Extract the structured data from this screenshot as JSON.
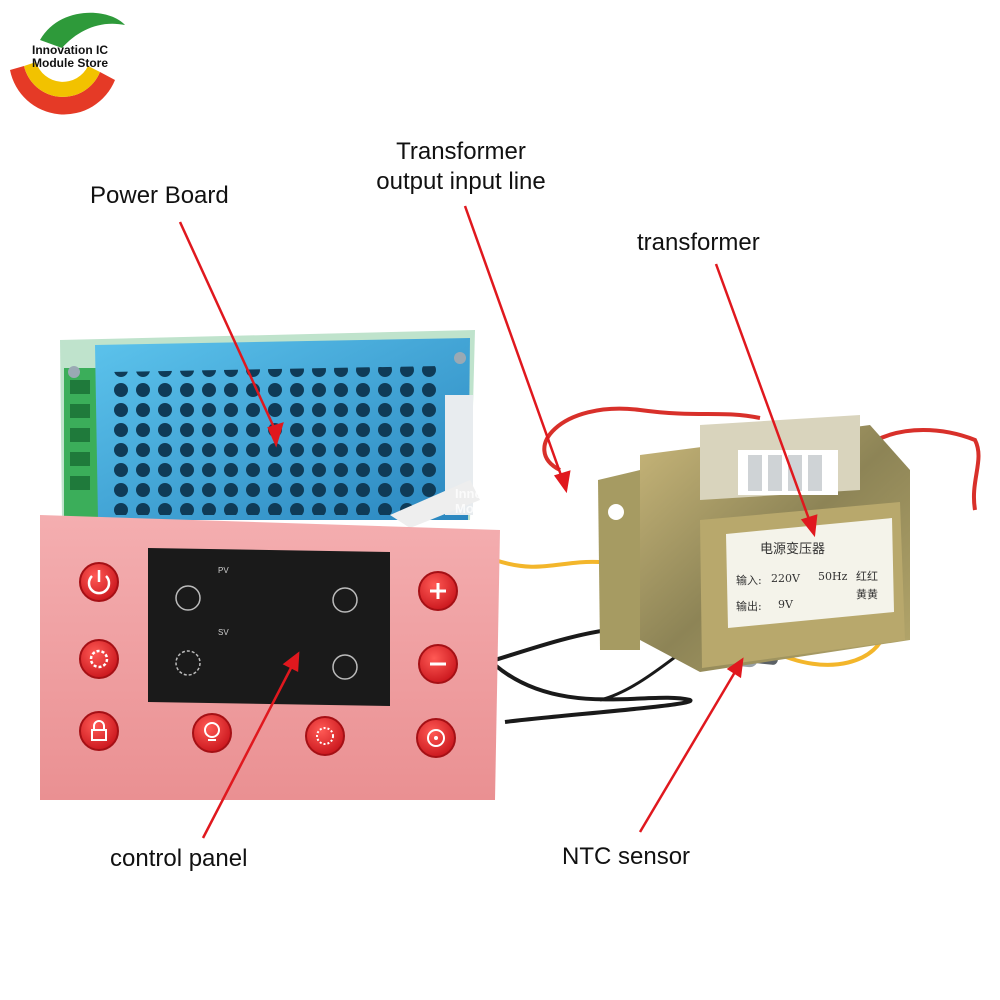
{
  "brand": {
    "line1": "Innovation IC",
    "line2": "Module Store",
    "colors": {
      "green": "#2e9a3a",
      "yellow": "#f2c200",
      "red": "#e53a26"
    }
  },
  "callouts": {
    "power_board": "Power Board",
    "transformer_line_1": "Transformer",
    "transformer_line_2": "output input line",
    "transformer": "transformer",
    "control_panel": "control panel",
    "ntc_sensor": "NTC sensor"
  },
  "panel": {
    "pv_label": "PV",
    "sv_label": "SV"
  },
  "transformer_plate": {
    "title": "电源变压器",
    "input_label": "输入:",
    "input_voltage": "220V",
    "frequency": "50Hz",
    "input_wires": "红红",
    "output_label": "输出:",
    "output_voltage": "9V",
    "output_wires": "黄黄"
  },
  "colors": {
    "arrow": "#e0181e",
    "panel_pink": "#ef9ea0",
    "screen": "#1a1a1a",
    "button_red": "#e8202a",
    "enclosure_blue": "#3aa6d6",
    "terminal_green": "#3bae5a"
  }
}
